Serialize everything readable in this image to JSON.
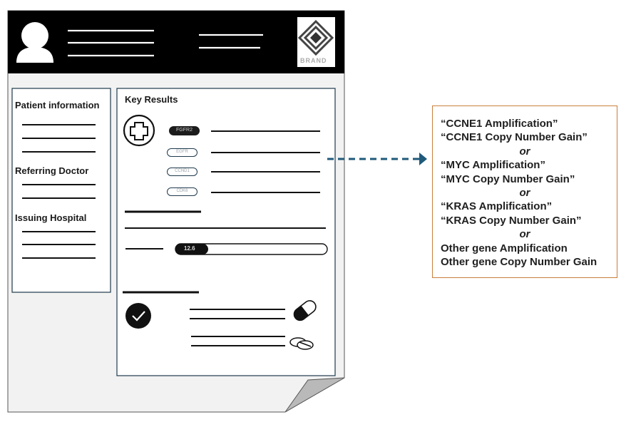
{
  "header": {
    "brand_text": "BRAND"
  },
  "sidebar": {
    "patient_label": "Patient information",
    "doctor_label": "Referring Doctor",
    "hospital_label": "Issuing Hospital"
  },
  "results": {
    "title": "Key Results",
    "genes": [
      "FGFR2",
      "EGFR",
      "CCND1",
      "CDK6"
    ],
    "progress_label": "12.6"
  },
  "callout": {
    "lines": [
      "“CCNE1 Amplification”",
      "“CCNE1 Copy Number Gain”",
      "or",
      "“MYC Amplification”",
      "“MYC Copy Number Gain”",
      "or",
      "“KRAS Amplification”",
      "“KRAS Copy Number Gain”",
      "or",
      "Other gene Amplification",
      "Other gene Copy Number Gain"
    ]
  },
  "colors": {
    "header_bg": "#000000",
    "arrow": "#1f5a7a",
    "callout_border": "#c87f3c",
    "page_fill": "#f2f2f2"
  }
}
